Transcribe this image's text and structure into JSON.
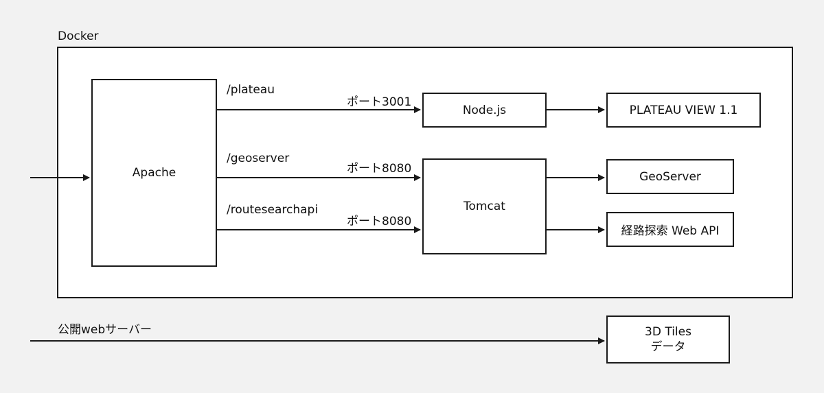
{
  "docker": {
    "title": "Docker"
  },
  "routes": {
    "plateau": "/plateau",
    "geoserver": "/geoserver",
    "routesearch": "/routesearchapi"
  },
  "ports": {
    "p3001": "ポート3001",
    "p8080a": "ポート8080",
    "p8080b": "ポート8080"
  },
  "nodes": {
    "apache": "Apache",
    "nodejs": "Node.js",
    "tomcat": "Tomcat",
    "plateau_view": "PLATEAU VIEW 1.1",
    "geoserver": "GeoServer",
    "route_api": "経路探索 Web API",
    "tiles_line1": "3D Tiles",
    "tiles_line2": "データ"
  },
  "public_server": {
    "label": "公開webサーバー"
  },
  "colors": {
    "background": "#f2f2f2",
    "box_fill": "#ffffff",
    "stroke": "#1a1a1a"
  }
}
